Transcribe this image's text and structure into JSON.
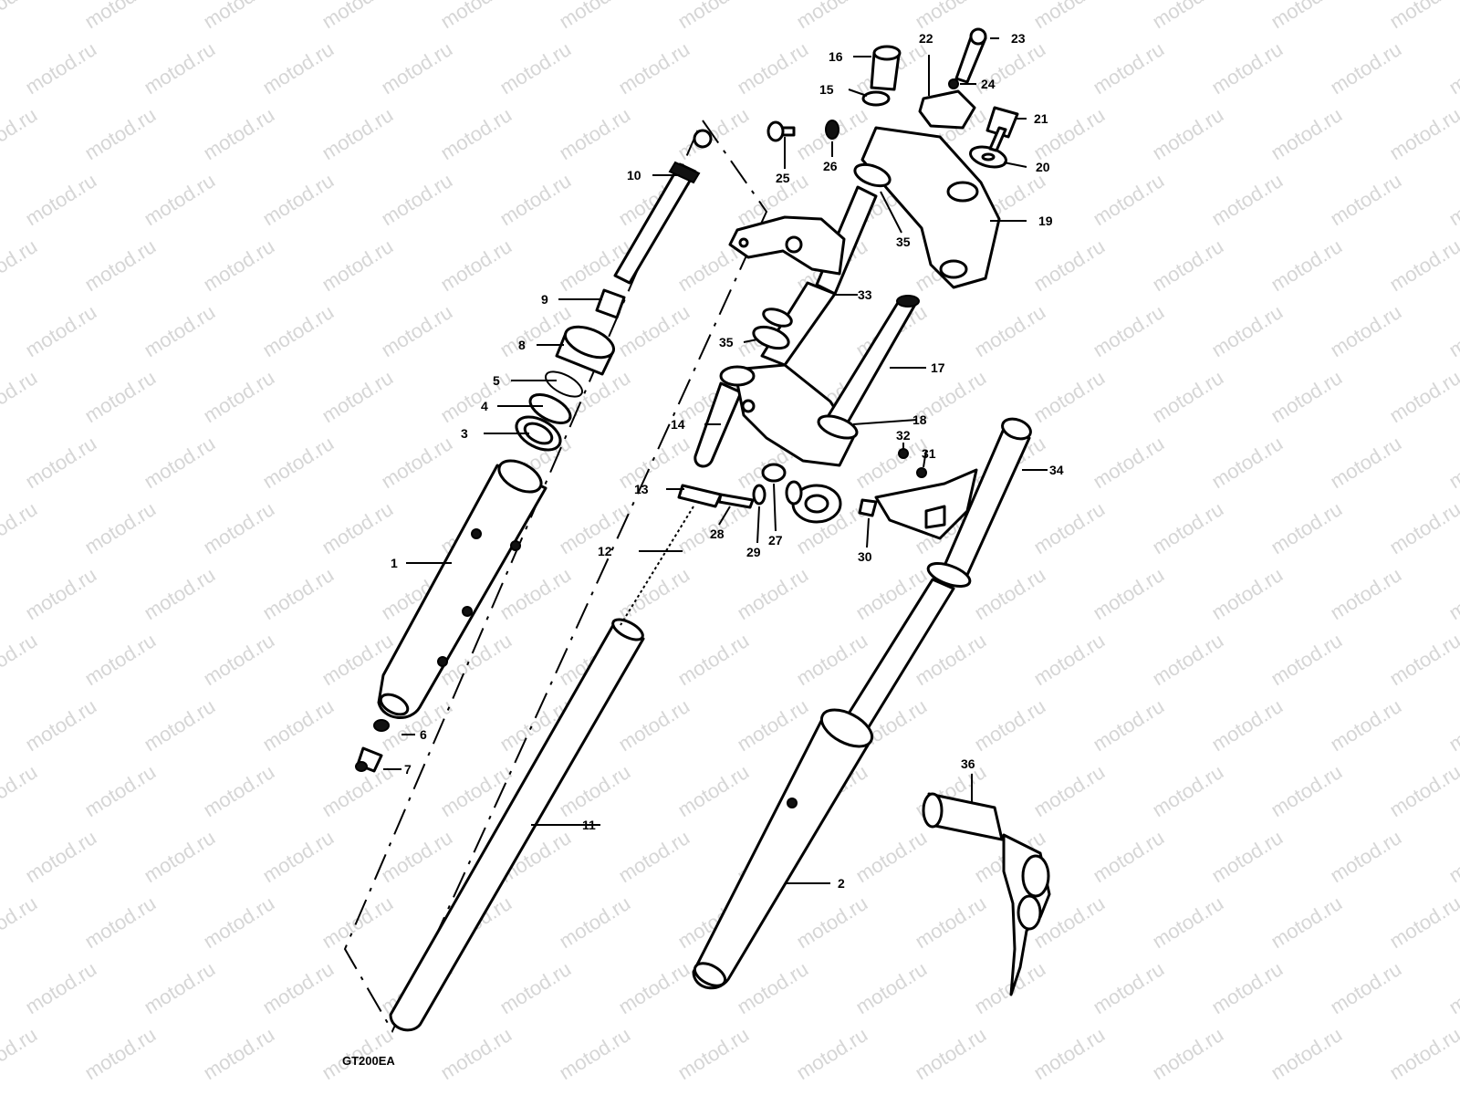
{
  "diagram_code": "GT200EA",
  "watermark": "motod.ru",
  "labels": [
    {
      "id": "l1",
      "text": "1"
    },
    {
      "id": "l2",
      "text": "2"
    },
    {
      "id": "l3",
      "text": "3"
    },
    {
      "id": "l4",
      "text": "4"
    },
    {
      "id": "l5",
      "text": "5"
    },
    {
      "id": "l6",
      "text": "6"
    },
    {
      "id": "l7",
      "text": "7"
    },
    {
      "id": "l8",
      "text": "8"
    },
    {
      "id": "l9",
      "text": "9"
    },
    {
      "id": "l10",
      "text": "10"
    },
    {
      "id": "l11",
      "text": "11"
    },
    {
      "id": "l12",
      "text": "12"
    },
    {
      "id": "l13",
      "text": "13"
    },
    {
      "id": "l14",
      "text": "14"
    },
    {
      "id": "l15",
      "text": "15"
    },
    {
      "id": "l16",
      "text": "16"
    },
    {
      "id": "l17",
      "text": "17"
    },
    {
      "id": "l18",
      "text": "18"
    },
    {
      "id": "l19",
      "text": "19"
    },
    {
      "id": "l20",
      "text": "20"
    },
    {
      "id": "l21",
      "text": "21"
    },
    {
      "id": "l22",
      "text": "22"
    },
    {
      "id": "l23",
      "text": "23"
    },
    {
      "id": "l24",
      "text": "24"
    },
    {
      "id": "l25",
      "text": "25"
    },
    {
      "id": "l26",
      "text": "26"
    },
    {
      "id": "l27",
      "text": "27"
    },
    {
      "id": "l28",
      "text": "28"
    },
    {
      "id": "l29",
      "text": "29"
    },
    {
      "id": "l30",
      "text": "30"
    },
    {
      "id": "l31",
      "text": "31"
    },
    {
      "id": "l32",
      "text": "32"
    },
    {
      "id": "l33",
      "text": "33"
    },
    {
      "id": "l34",
      "text": "34"
    },
    {
      "id": "l35a",
      "text": "35"
    },
    {
      "id": "l35b",
      "text": "35"
    },
    {
      "id": "l36",
      "text": "36"
    }
  ]
}
